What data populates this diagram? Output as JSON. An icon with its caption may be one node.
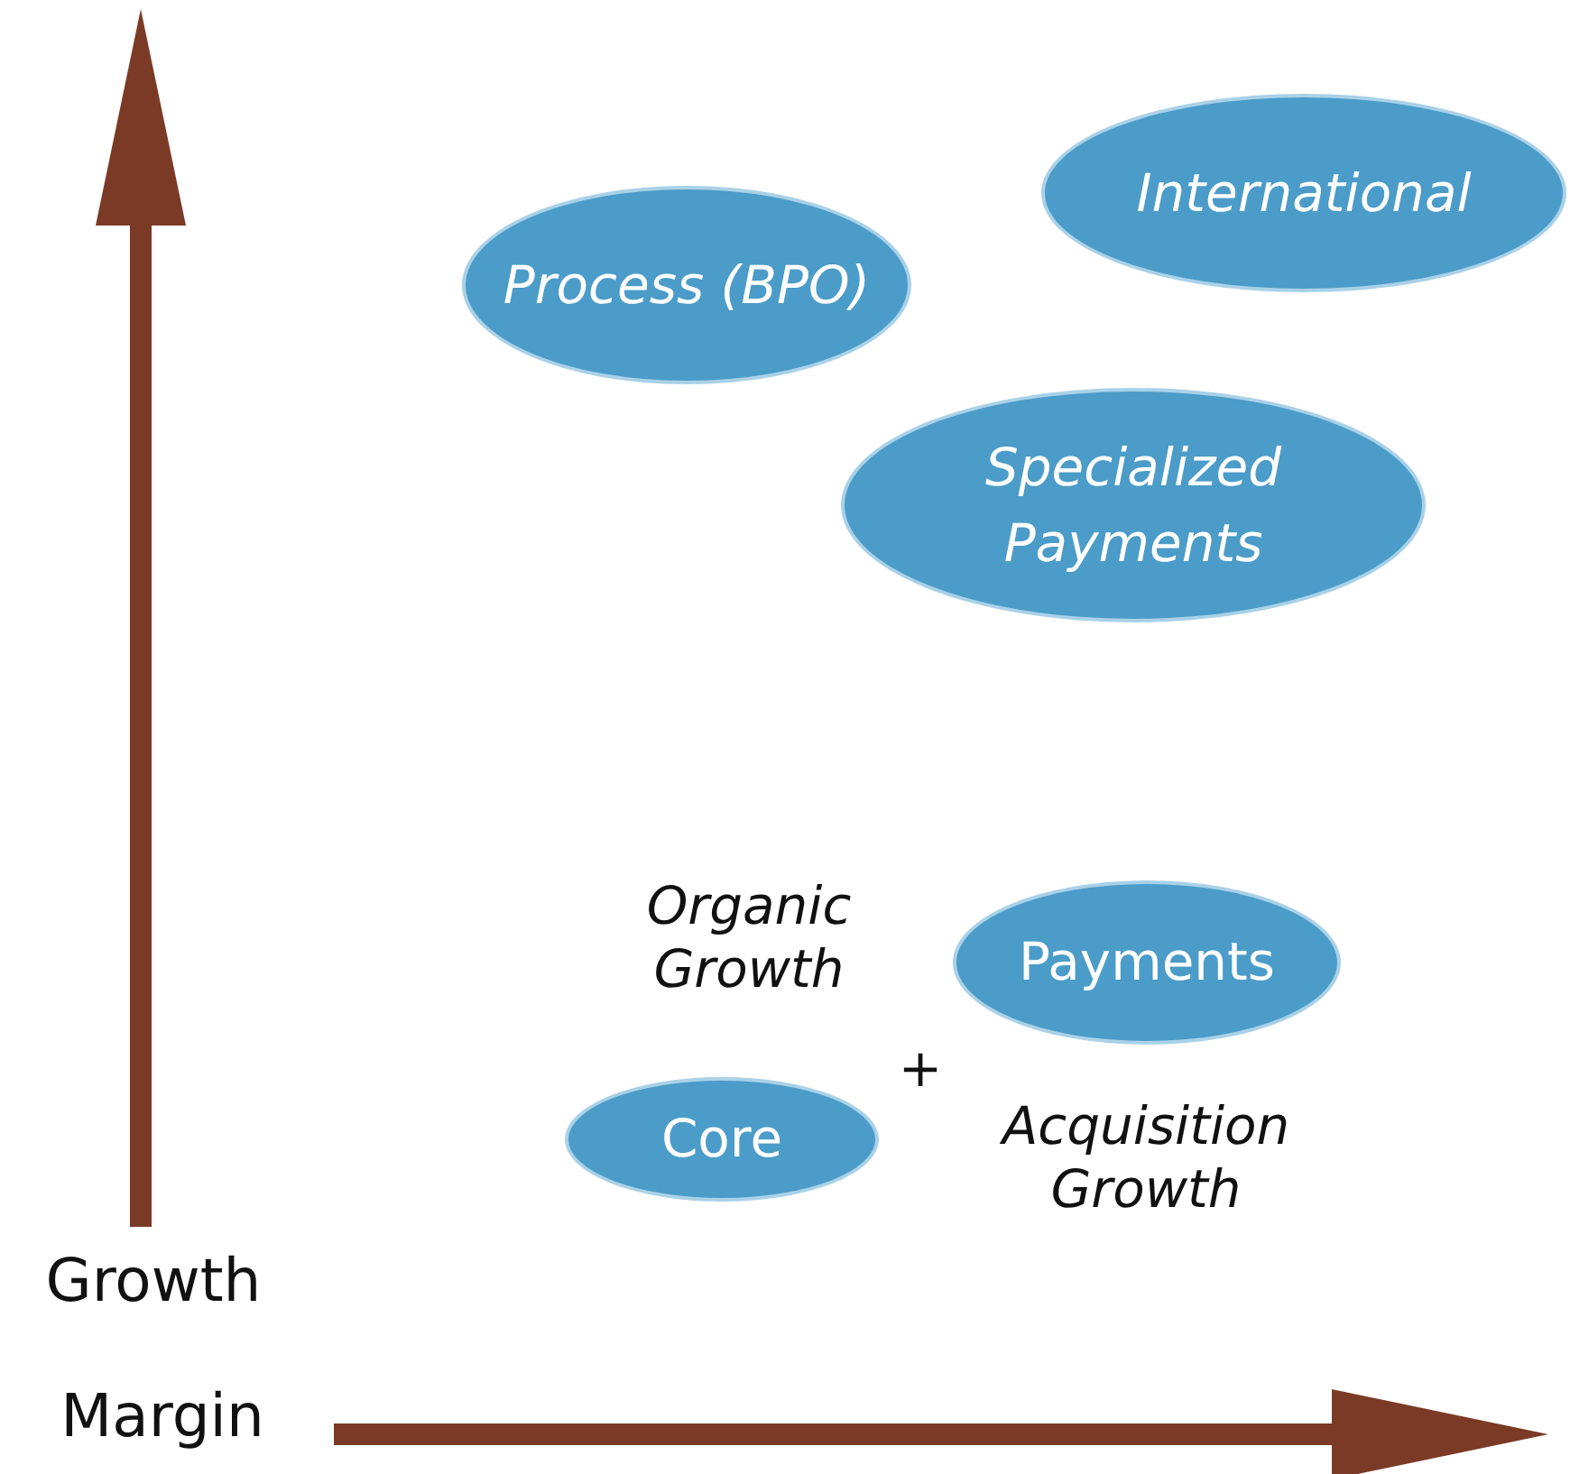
{
  "diagram": {
    "nodes": [
      {
        "text": [
          "International"
        ]
      },
      {
        "text": [
          "Process (BPO)"
        ]
      },
      {
        "text": [
          "Specialized Payments"
        ]
      },
      {
        "text": [
          "Payments"
        ]
      },
      {
        "text": [
          "Core"
        ]
      }
    ],
    "labels": [
      "Organic Growth",
      "+",
      "Acquisition Growth",
      "Growth",
      "Margin"
    ]
  }
}
